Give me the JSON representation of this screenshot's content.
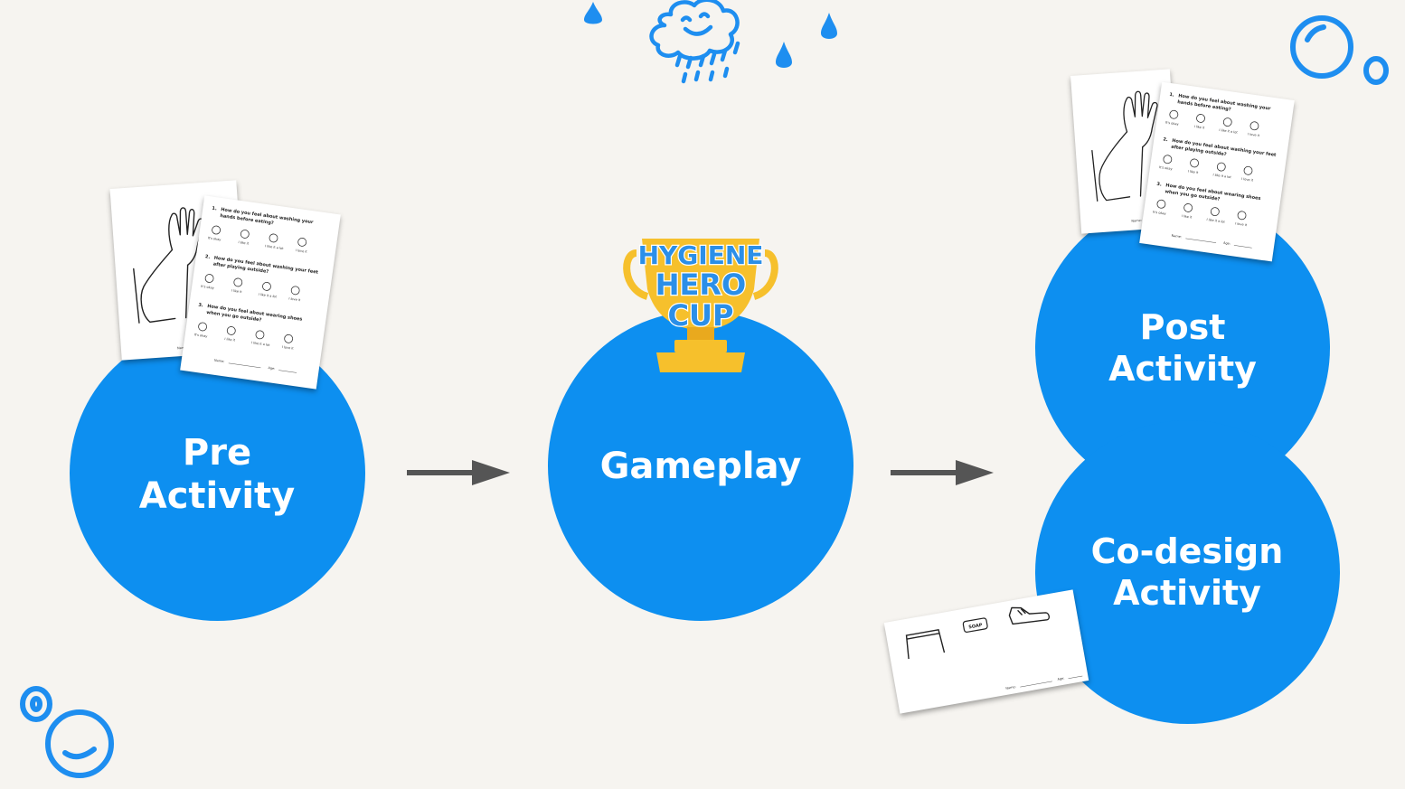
{
  "stages": {
    "pre": {
      "line1": "Pre",
      "line2": "Activity"
    },
    "gameplay": {
      "label": "Gameplay"
    },
    "post": {
      "line1": "Post",
      "line2": "Activity"
    },
    "codesign": {
      "line1": "Co-design",
      "line2": "Activity"
    }
  },
  "trophy": {
    "line1": "HYGIENE",
    "line2": "HERO",
    "line3": "CUP"
  },
  "worksheet": {
    "q1_num": "1.",
    "q1_line1": "How do you feel about washing your",
    "q1_line2": "hands before eating?",
    "q2_num": "2.",
    "q2_line1": "How do you feel about washing your feet",
    "q2_line2": "after playing outside?",
    "q3_num": "3.",
    "q3_line1": "How do you feel about wearing shoes",
    "q3_line2": "when you go outside?",
    "opt1": "It's okay",
    "opt2": "I like it",
    "opt3": "I like it a lot",
    "opt4": "I love it",
    "name_label": "Name:",
    "age_label": "Age:"
  },
  "codesign_sheet": {
    "soap_label": "SOAP",
    "name_label": "Name:",
    "age_label": "Age:"
  },
  "colors": {
    "background": "#f6f4f0",
    "circle": "#0d8ff0",
    "arrow": "#555555",
    "doodle": "#1e8ef0",
    "trophy_gold": "#f6c02c"
  },
  "icons": [
    "raincloud-icon",
    "water-drop-icon",
    "bubble-icon",
    "arrow-right-icon",
    "trophy-icon",
    "hand-drawing-icon",
    "smiley-icon",
    "goal-post-icon",
    "soap-icon",
    "shoe-icon"
  ]
}
